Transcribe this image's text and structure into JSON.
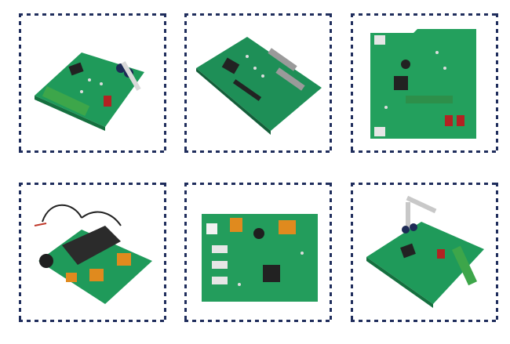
{
  "page": {
    "background": "#ffffff",
    "frame_color": "#1f2d5c"
  },
  "photos": [
    {
      "subject": "circuit-board-with-terminal-blocks",
      "board_color": "#1f9a5a"
    },
    {
      "subject": "circuit-board-with-connectors",
      "board_color": "#1e8f57"
    },
    {
      "subject": "square-control-board",
      "board_color": "#23a05d"
    },
    {
      "subject": "power-board-with-heatsink",
      "board_color": "#1f9a5a"
    },
    {
      "subject": "power-supply-board",
      "board_color": "#239d5c"
    },
    {
      "subject": "control-board-with-ribbon-bracket",
      "board_color": "#1f9a5a"
    }
  ]
}
